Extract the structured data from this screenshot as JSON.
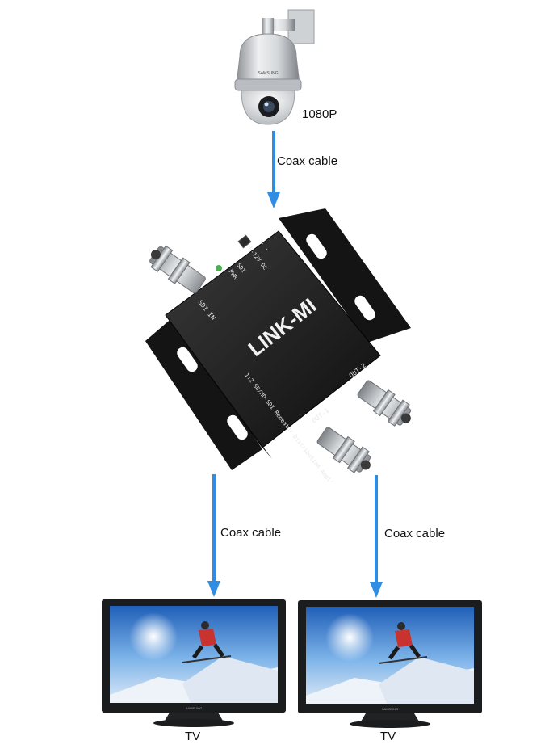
{
  "camera": {
    "label": "1080P",
    "brand": "SAMSUNG"
  },
  "links": {
    "camera_to_amp": "Coax cable",
    "amp_to_tv1": "Coax cable",
    "amp_to_tv2": "Coax cable"
  },
  "amplifier": {
    "brand": "LINK-MI",
    "model_text": "1:2 SD/HD-SDI Repeater Distribution Amplifier",
    "port_in": "SDI IN",
    "port_out1": "OUT-1",
    "port_out2": "OUT-2",
    "pwr_label": "PWR",
    "sdi_label": "SDI",
    "power_spec": "5-12V DC",
    "polarity": "+ -"
  },
  "tvs": [
    {
      "label": "TV",
      "brand": "SAMSUNG"
    },
    {
      "label": "TV",
      "brand": "SAMSUNG"
    }
  ],
  "colors": {
    "arrow": "#2f8de4",
    "device_body": "#1d1d1d",
    "bnc_metal": "#b9bcbf"
  }
}
